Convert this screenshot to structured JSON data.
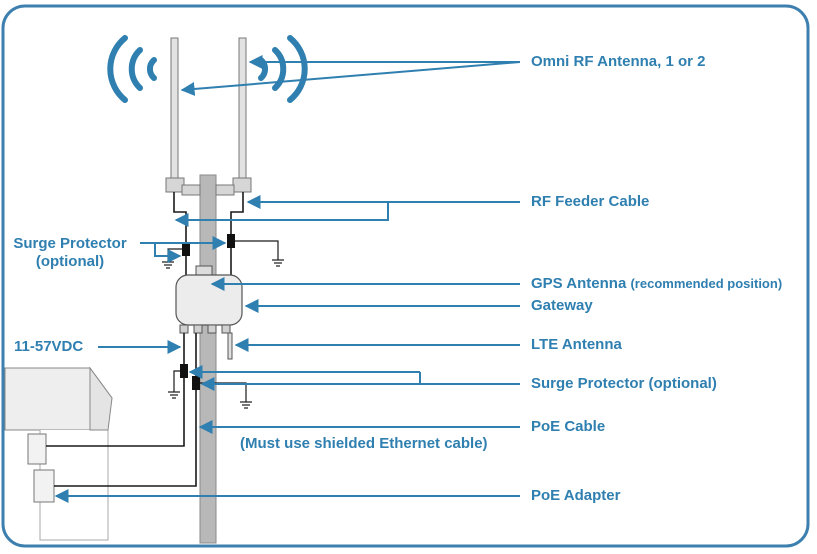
{
  "colors": {
    "frame": "#3d7fae",
    "accent": "#2f7fb0",
    "pole": "#b8b8b8",
    "antenna": "#dcdcdc",
    "equipment": "#ececec",
    "house": "#eeeeee",
    "cable": "#1a1a1a"
  },
  "labels": {
    "omni_antenna": "Omni RF Antenna, 1 or 2",
    "rf_feeder": "RF Feeder Cable",
    "surge_top_line1": "Surge Protector",
    "surge_top_line2": "(optional)",
    "gps_main": "GPS Antenna",
    "gps_note": "(recommended position)",
    "gateway": "Gateway",
    "voltage": "11-57VDC",
    "lte": "LTE Antenna",
    "surge_bottom": "Surge Protector (optional)",
    "poe_cable": "PoE Cable",
    "shielded_note": "(Must use shielded Ethernet cable)",
    "poe_adapter": "PoE Adapter"
  },
  "icons": [
    "rf-signal-left-icon",
    "rf-signal-right-icon",
    "ground-symbol-icon"
  ]
}
